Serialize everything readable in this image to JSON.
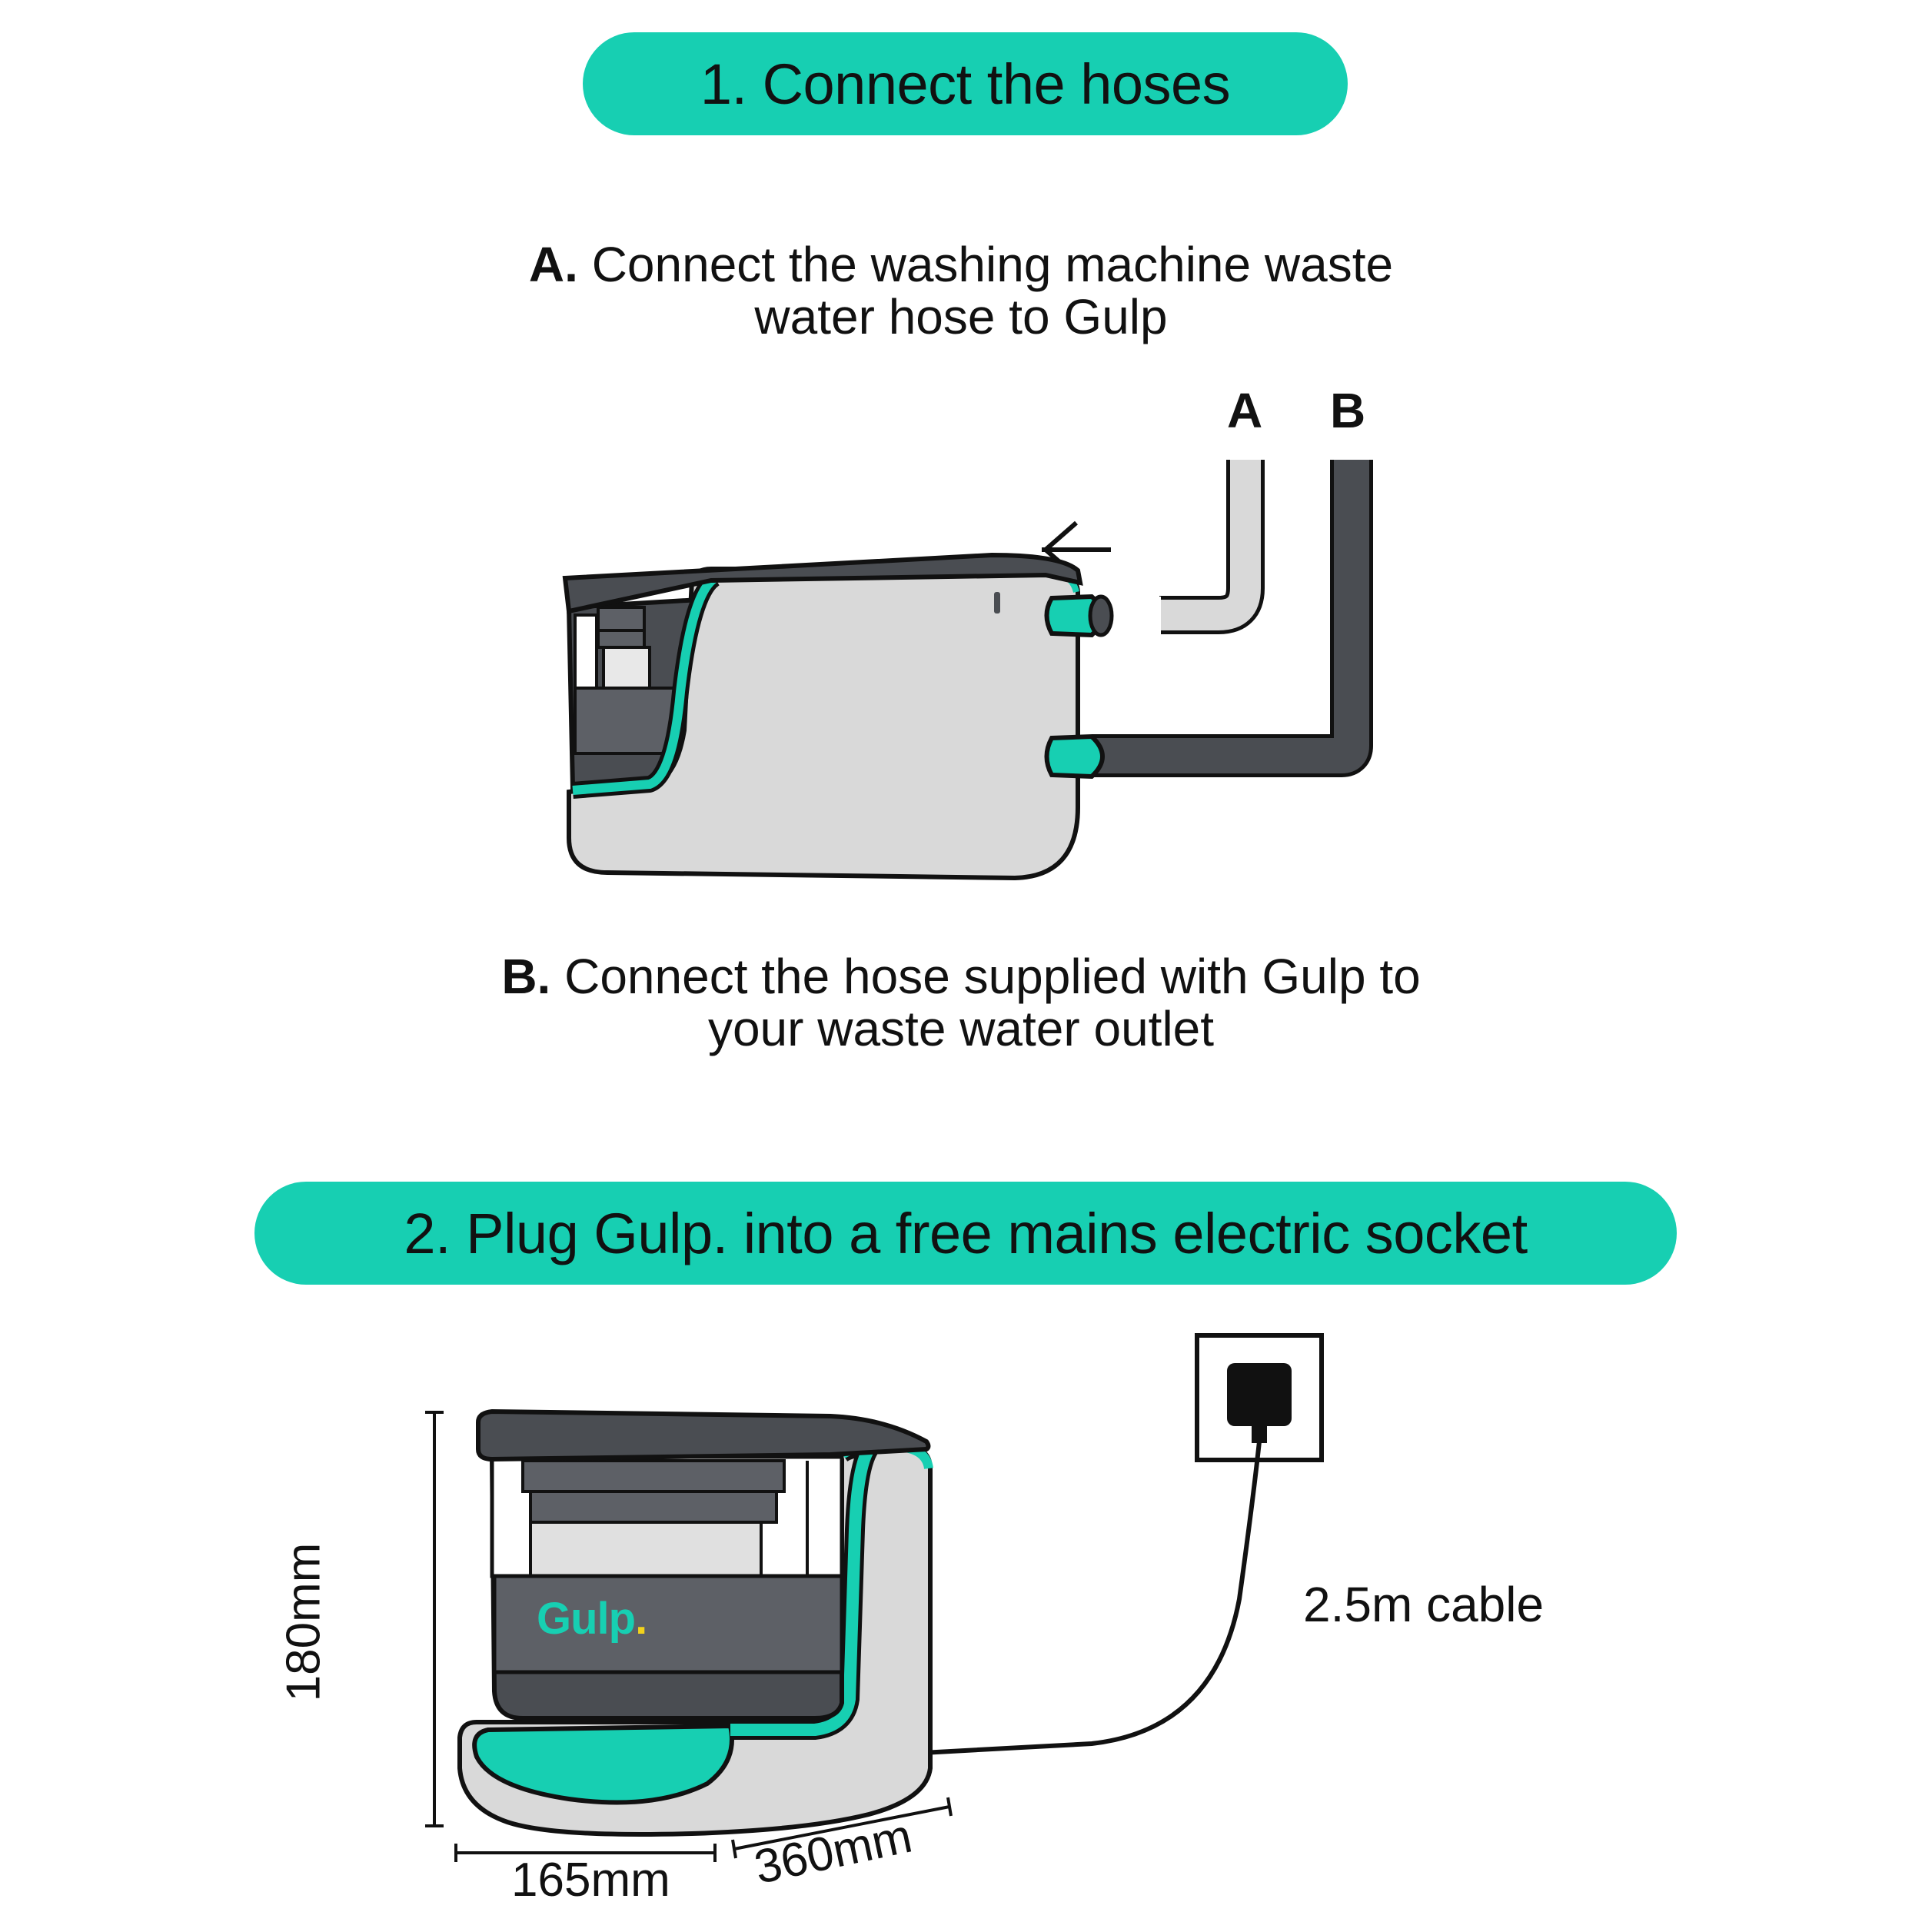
{
  "step1": {
    "title": "1. Connect the hoses"
  },
  "instruction_a": {
    "marker": "A.",
    "text": "Connect the washing machine waste water hose to Gulp"
  },
  "instruction_b": {
    "marker": "B.",
    "text": "Connect the hose supplied with Gulp to your waste water outlet"
  },
  "hose_labels": {
    "a": "A",
    "b": "B"
  },
  "step2": {
    "title": "2. Plug Gulp. into a free mains electric socket"
  },
  "device": {
    "logo_text": "Gulp"
  },
  "dimensions": {
    "height": "180mm",
    "width": "165mm",
    "depth": "360mm"
  },
  "cable": {
    "label": "2.5m cable"
  },
  "colors": {
    "accent": "#17cfb2",
    "dark": "#4a4d52",
    "light": "#d9d9d9",
    "mid": "#5d6066"
  }
}
